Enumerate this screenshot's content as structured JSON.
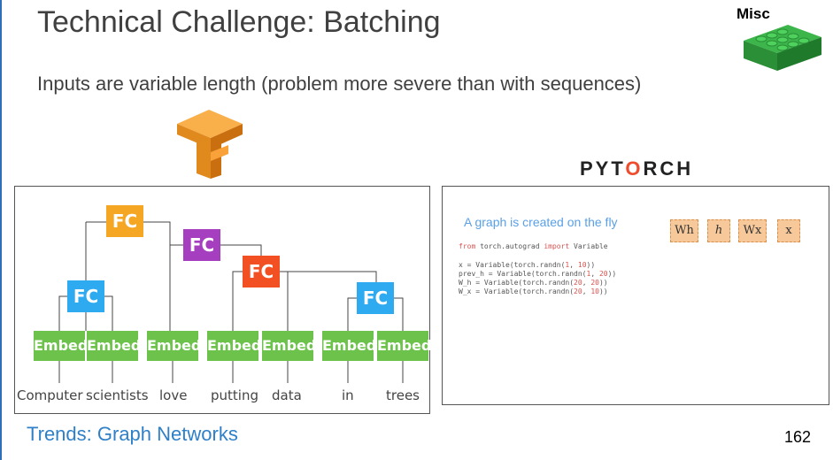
{
  "slide": {
    "title": "Technical Challenge: Batching",
    "subtitle": "Inputs are variable length (problem more severe than with sequences)",
    "misc_label": "Misc",
    "footer_link": "Trends: Graph Networks",
    "page_number": "162"
  },
  "pytorch": {
    "logo_pre": "PYT",
    "logo_flame": "O",
    "logo_post": "RCH",
    "caption": "A graph is created on the fly",
    "code_import_from": "from",
    "code_import_module": " torch.autograd ",
    "code_import_kw": "import",
    "code_import_name": " Variable",
    "code_lines": [
      {
        "pre": "x = Variable(torch.randn(",
        "a": "1",
        "mid": ", ",
        "b": "10",
        "post": "))"
      },
      {
        "pre": "prev_h = Variable(torch.randn(",
        "a": "1",
        "mid": ", ",
        "b": "20",
        "post": "))"
      },
      {
        "pre": "W_h = Variable(torch.randn(",
        "a": "20",
        "mid": ", ",
        "b": "20",
        "post": "))"
      },
      {
        "pre": "W_x = Variable(torch.randn(",
        "a": "20",
        "mid": ", ",
        "b": "10",
        "post": "))"
      }
    ],
    "variables": [
      "Wh",
      "h",
      "Wx",
      "x"
    ]
  },
  "tree": {
    "fc_label": "FC",
    "embed_label": "Embed",
    "colors": {
      "fc_yellow": "#f5a623",
      "fc_purple": "#a53fbf",
      "fc_orange": "#f25022",
      "fc_blue": "#2eaaf0",
      "embed_green": "#6cc24a"
    },
    "words": [
      "Computer",
      "scientists",
      "love",
      "putting",
      "data",
      "in",
      "trees"
    ]
  }
}
